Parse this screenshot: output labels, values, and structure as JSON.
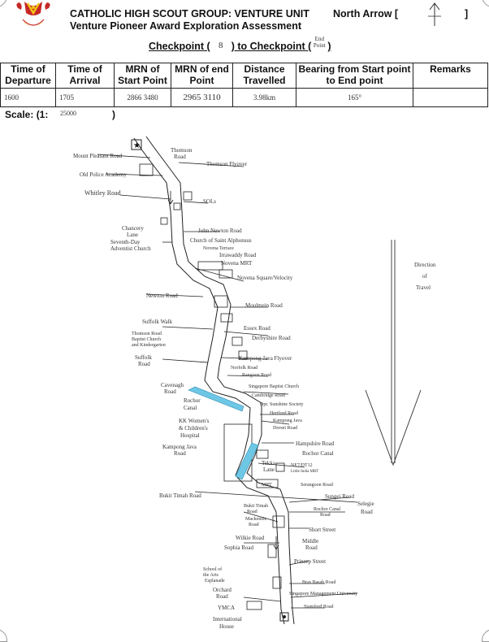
{
  "header": {
    "title": "CATHOLIC HIGH SCOUT GROUP: VENTURE UNIT",
    "subtitle": "Venture Pioneer Award Exploration Assessment",
    "north_arrow_label": "North Arrow [",
    "north_arrow_close": "]"
  },
  "checkpoint": {
    "prefix": "Checkpoint (",
    "start": "8",
    "middle": ") to Checkpoint (",
    "end_line1": "End",
    "end_line2": "Point",
    "suffix": ")"
  },
  "table": {
    "headers": [
      "Time of Departure",
      "Time of Arrival",
      "MRN of Start Point",
      "MRN of end Point",
      "Distance Travelled",
      "Bearing from Start point to End point",
      "Remarks"
    ],
    "row": [
      "1600",
      "1705",
      "2866 3480",
      "2965 3110",
      "3.98km",
      "165°",
      ""
    ]
  },
  "scale": {
    "label": "Scale: (1:",
    "value": "25000",
    "close": ")"
  },
  "direction_label": [
    "Direction",
    "of",
    "Travel"
  ],
  "map": {
    "labels": {
      "thomson_road": [
        "Thomson",
        "Road"
      ],
      "mount_pleasant": "Mount Pleasant Road",
      "thomson_flyover": "Thomson Flyover",
      "old_police_academy": "Old Police Academy",
      "whitley_road": "Whitley Road",
      "sols": "SOLs",
      "chancery_lane": [
        "Chancery",
        "Lane"
      ],
      "john_newton_road": "John Newton Road",
      "seventh_day_church": [
        "Seventh-Day",
        "Adventist Church"
      ],
      "church_st_alphonsus": "Church of Saint Alphonsus",
      "novena_terrace": "Novena Terrace",
      "irrawaddy_road": "Irrawaddy Road",
      "novena_mrt": "Novena MRT",
      "novena_square": "Novena Square/Velocity",
      "newton_road": "Newton Road",
      "moulmein_road": "Moulmein Road",
      "suffolk_walk": "Suffolk Walk",
      "thomson_baptist": [
        "Thomson Road",
        "Baptist Church",
        "and Kindergarten"
      ],
      "essex_road": "Essex Road",
      "derbyshire_road": "Derbyshire Road",
      "suffolk_road": [
        "Suffolk",
        "Road"
      ],
      "kampong_java_flyover": "Kampong Java Flyover",
      "norfolk_road": "Norfolk Road",
      "rangoon_road": "Rangoon Road",
      "cavenagh_road": [
        "Cavenagh",
        "Road"
      ],
      "singapore_baptist": "Singapore Baptist Church",
      "cambridge_road": "Cambridge Road",
      "rochor_canal_left": [
        "Rochor",
        "Canal"
      ],
      "opt_sunshine": "Opt. Sunshine Society",
      "hertford_road": "Hertford Road",
      "kampong_java_rd": "Kampong Java",
      "dorset_road": "Dorset Road",
      "kk_hospital": [
        "KK Women's",
        "& Children's",
        "Hospital"
      ],
      "kampong_java_road": [
        "Kampong Java",
        "Road"
      ],
      "hampshire_road": "Hampshire Road",
      "rochor_canal_right": "Rochor Canal",
      "tekka_lane": [
        "Tekka",
        "Lane"
      ],
      "ne7_dt12": [
        "NE7/DT12",
        "Little India MRT"
      ],
      "mrt": "MRT",
      "serangoon_road": "Serangoon Road",
      "bukit_timah_road": "Bukit Timah Road",
      "sungei_road": "Sungei Road",
      "selegie_road": [
        "Selegie",
        "Road"
      ],
      "bukit_timah_road2": [
        "Bukit Timah",
        "Road"
      ],
      "rochor_canal_road": [
        "Rochor Canal",
        "Road"
      ],
      "mackenzie_road": [
        "Mackenzie",
        "Road"
      ],
      "short_street": "Short Street",
      "wilkie_road": "Wilkie Road",
      "middle_road": [
        "Middle",
        "Road"
      ],
      "sophia_road": "Sophia Road",
      "prinsep_street": "Prinsep Street",
      "school_of_arts": [
        "School of",
        "the Arts",
        "Esplanade"
      ],
      "bras_basah_road": "Bras Basah Road",
      "smu": "Singapore Management University",
      "orchard_road": [
        "Orchard",
        "Road"
      ],
      "stamford_road": "Stamford Road",
      "ymca": "YMCA",
      "international_house": [
        "International",
        "House"
      ]
    }
  },
  "colors": {
    "canal": "#6fc7e6",
    "ink": "#222222",
    "logo_red": "#c62828",
    "logo_yellow": "#f2c515"
  }
}
